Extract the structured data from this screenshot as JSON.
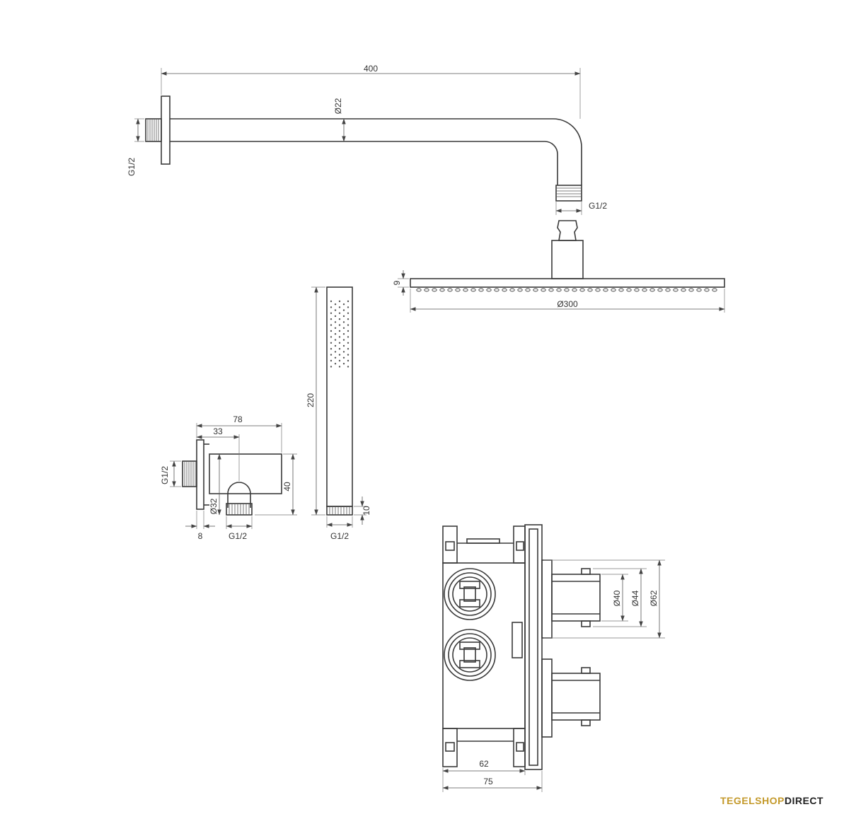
{
  "dimensions": {
    "arm_length": "400",
    "arm_diameter": "Ø22",
    "arm_inlet_thread": "G1/2",
    "arm_outlet_thread": "G1/2",
    "head_thickness": "9",
    "head_diameter": "Ø300",
    "hand_length": "220",
    "hand_end_height": "10",
    "hand_thread": "G1/2",
    "elbow_total_depth": "78",
    "elbow_outlet_offset": "33",
    "elbow_height": "40",
    "elbow_outlet_diameter": "Ø32",
    "elbow_flange_thickness": "8",
    "elbow_wall_thread": "G1/2",
    "elbow_outlet_thread": "G1/2",
    "valve_knob_inner": "Ø40",
    "valve_knob_mid": "Ø44",
    "valve_plate": "Ø62",
    "valve_body_depth": "62",
    "valve_total_depth": "75"
  },
  "branding": {
    "logo_part1": "TEGELSHOP",
    "logo_part2": "DIRECT"
  }
}
